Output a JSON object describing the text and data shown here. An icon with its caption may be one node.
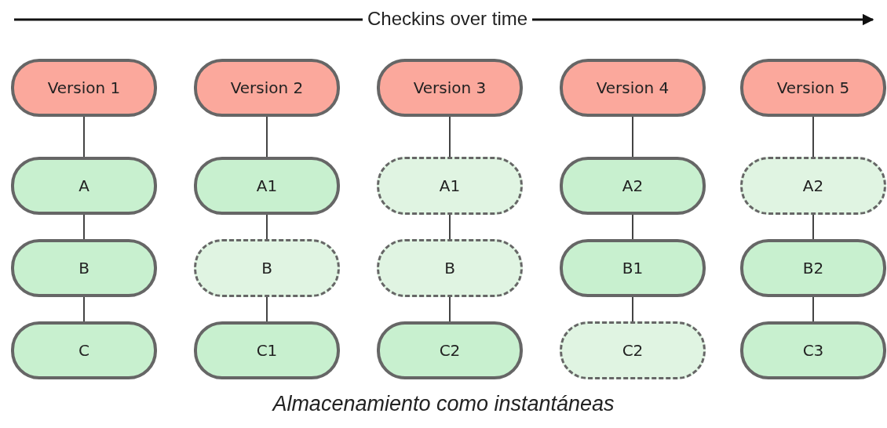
{
  "diagram": {
    "caption": "Almacenamiento como instantáneas",
    "nodes": [
      {
        "text": [
          "Version 1"
        ]
      },
      {
        "text": [
          "A"
        ]
      },
      {
        "text": [
          "B"
        ]
      },
      {
        "text": [
          "C"
        ]
      },
      {
        "text": [
          "Version 2"
        ]
      },
      {
        "text": [
          "A1"
        ]
      },
      {
        "text": [
          "B"
        ]
      },
      {
        "text": [
          "C1"
        ]
      },
      {
        "text": [
          "Version 3"
        ]
      },
      {
        "text": [
          "A1"
        ]
      },
      {
        "text": [
          "B"
        ]
      },
      {
        "text": [
          "C2"
        ]
      },
      {
        "text": [
          "Version 4"
        ]
      },
      {
        "text": [
          "A2"
        ]
      },
      {
        "text": [
          "B1"
        ]
      },
      {
        "text": [
          "C2"
        ]
      },
      {
        "text": [
          "Version 5"
        ]
      },
      {
        "text": [
          "A2"
        ]
      },
      {
        "text": [
          "B2"
        ]
      },
      {
        "text": [
          "C3"
        ]
      }
    ],
    "edges": [
      {
        "from": 0,
        "to": 1,
        "arrow": "none"
      },
      {
        "from": 1,
        "to": 2,
        "arrow": "none"
      },
      {
        "from": 2,
        "to": 3,
        "arrow": "none"
      },
      {
        "from": 4,
        "to": 5,
        "arrow": "none"
      },
      {
        "from": 5,
        "to": 6,
        "arrow": "none"
      },
      {
        "from": 6,
        "to": 7,
        "arrow": "none"
      },
      {
        "from": 8,
        "to": 9,
        "arrow": "none"
      },
      {
        "from": 9,
        "to": 10,
        "arrow": "none"
      },
      {
        "from": 10,
        "to": 11,
        "arrow": "none"
      },
      {
        "from": 12,
        "to": 13,
        "arrow": "none"
      },
      {
        "from": 13,
        "to": 14,
        "arrow": "none"
      },
      {
        "from": 14,
        "to": 15,
        "arrow": "none"
      },
      {
        "from": 16,
        "to": 17,
        "arrow": "none"
      },
      {
        "from": 17,
        "to": 18,
        "arrow": "none"
      },
      {
        "from": 18,
        "to": 19,
        "arrow": "none"
      }
    ],
    "labels": [
      "Checkins over time"
    ]
  }
}
